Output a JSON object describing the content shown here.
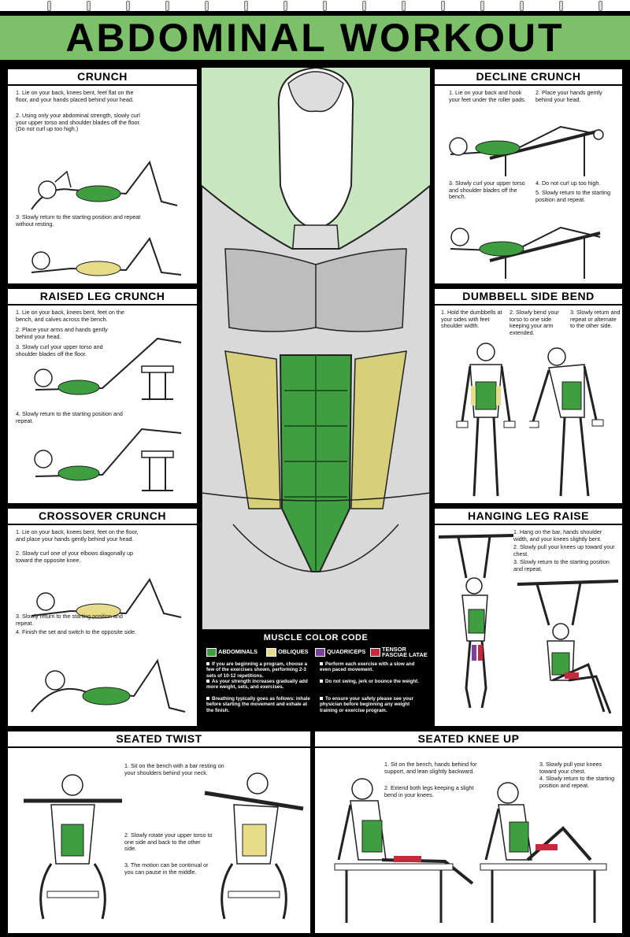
{
  "title": "ABDOMINAL WORKOUT",
  "colors": {
    "abdominals": "#3f9e3f",
    "obliques": "#e6dc8a",
    "quadriceps": "#7a3fa0",
    "tensor": "#c8283c",
    "bg_green": "#7cc16a",
    "center_bg": "#c8e6c0"
  },
  "crunch": {
    "title": "CRUNCH",
    "steps": [
      "1. Lie on your back, knees bent, feet flat on the floor, and your hands placed behind your head.",
      "2. Using only your abdominal strength, slowly curl your upper torso and shoulder blades off the floor. (Do not curl up too high.)",
      "3. Slowly return to the starting position and repeat without resting."
    ]
  },
  "raised_leg": {
    "title": "RAISED LEG CRUNCH",
    "steps": [
      "1. Lie on your back, knees bent, feet on the bench, and calves across the bench.",
      "2. Place your arms and hands gently behind your head.",
      "3. Slowly curl your upper torso and shoulder blades off the floor.",
      "4. Slowly return to the starting position and repeat."
    ]
  },
  "crossover": {
    "title": "CROSSOVER CRUNCH",
    "steps": [
      "1. Lie on your back, knees bent, feet on the floor, and place your hands gently behind your head.",
      "2. Slowly curl one of your elbows diagonally up toward the opposite knee.",
      "3. Slowly return to the starting position and repeat.",
      "4. Finish the set and switch to the opposite side."
    ]
  },
  "decline": {
    "title": "DECLINE CRUNCH",
    "steps": [
      "1. Lie on your back and hook your feet under the roller pads.",
      "2. Place your hands gently behind your head.",
      "3. Slowly curl your upper torso and shoulder blades off the bench.",
      "4. Do not curl up too high.",
      "5. Slowly return to the starting position and repeat."
    ]
  },
  "side_bend": {
    "title": "DUMBBELL SIDE BEND",
    "steps": [
      "1. Hold the dumbbells at your sides with feet shoulder width.",
      "2. Slowly bend your torso to one side keeping your arm extended.",
      "3. Slowly return and repeat or alternate to the other side."
    ]
  },
  "hanging": {
    "title": "HANGING LEG RAISE",
    "steps": [
      "1. Hang on the bar, hands shoulder width, and your knees slightly bent.",
      "2. Slowly pull your knees up toward your chest.",
      "3. Slowly return to the starting position and repeat."
    ]
  },
  "seated_twist": {
    "title": "SEATED TWIST",
    "steps": [
      "1. Sit on the bench with a bar resting on your shoulders behind your neck.",
      "2. Slowly rotate your upper torso to one side and back to the other side.",
      "3. The motion can be continual or you can pause in the middle."
    ]
  },
  "seated_knee": {
    "title": "SEATED KNEE UP",
    "steps": [
      "1. Sit on the bench, hands behind for support, and lean slightly backward.",
      "2. Extend both legs keeping a slight bend in your knees.",
      "3. Slowly pull your knees toward your chest.",
      "4. Slowly return to the starting position and repeat."
    ]
  },
  "color_code": {
    "title": "MUSCLE COLOR CODE",
    "labels": [
      "ABDOMINALS",
      "OBLIQUES",
      "QUADRICEPS",
      "TENSOR FASCIAE LATAE"
    ],
    "tips_left": [
      "If you are beginning a program, choose a few of the exercises shown, performing 2-3 sets of 10-12 repetitions.",
      "As your strength increases gradually add more weight, sets, and exercises.",
      "Breathing typically goes as follows: inhale before starting the movement and exhale at the finish."
    ],
    "tips_right": [
      "Perform each exercise with a slow and even paced movement.",
      "Do not swing, jerk or bounce the weight.",
      "To ensure your safety please see your physician before beginning any weight training or exercise program."
    ]
  }
}
